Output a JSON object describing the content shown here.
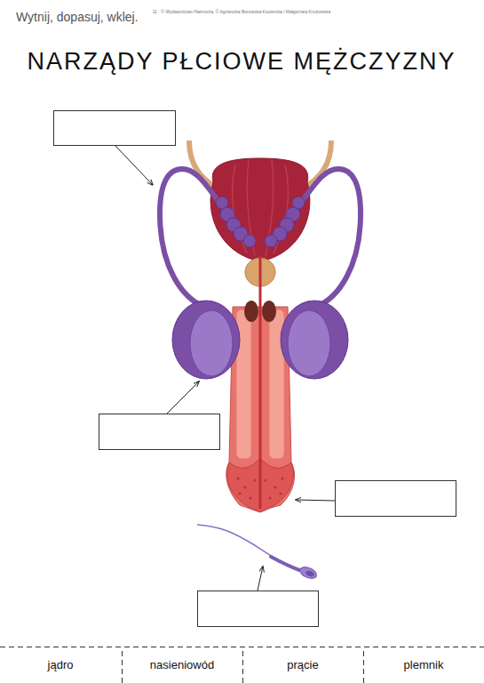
{
  "diagram": {
    "title": "NARZĄDY PŁCIOWE MĘŻCZYZNY",
    "labels": [
      "11 · © Wydawnictwo Harmonia, © Agnieszka Borowska-Kociemba i Małgorzata Krukowska",
      "Wytnij, dopasuj, wklej.",
      "jądro",
      "nasieniowód",
      "prącie",
      "plemnik"
    ]
  }
}
